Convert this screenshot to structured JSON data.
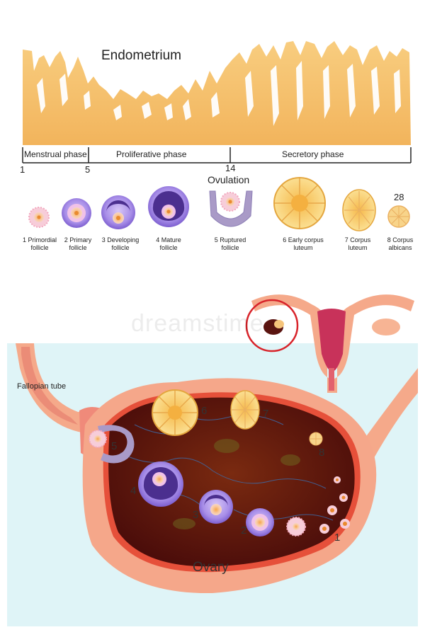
{
  "endometrium": {
    "title": "Endometrium"
  },
  "timeline": {
    "phases": [
      "Menstrual phase",
      "Proliferative phase",
      "Secretory phase"
    ],
    "days": [
      "1",
      "5",
      "14",
      "28"
    ],
    "ovulation_label": "Ovulation"
  },
  "stages": [
    {
      "line1": "1 Primordial",
      "line2": "follicle"
    },
    {
      "line1": "2 Primary",
      "line2": "follicle"
    },
    {
      "line1": "3 Developing",
      "line2": "follicle"
    },
    {
      "line1": "4 Mature",
      "line2": "follicle"
    },
    {
      "line1": "5 Ruptured",
      "line2": "follicle"
    },
    {
      "line1": "6 Early corpus",
      "line2": "luteum"
    },
    {
      "line1": "7 Corpus",
      "line2": "luteum"
    },
    {
      "line1": "8 Corpus",
      "line2": "albicans"
    }
  ],
  "watermark": "dreamstime",
  "ovary_diagram": {
    "fallopian_label": "Fallopian tube",
    "ovary_label": "Ovary",
    "numbers": [
      "1",
      "2",
      "3",
      "4",
      "5",
      "6",
      "7",
      "8"
    ]
  },
  "colors": {
    "endometrium": "#f6c06a",
    "follicle_purple": "#9a7ce0",
    "corpus_luteum": "#f7d36b",
    "ovary_tissue": "#f3a17c",
    "ovary_interior": "#5a1410",
    "background_panel": "#dff4f7"
  }
}
